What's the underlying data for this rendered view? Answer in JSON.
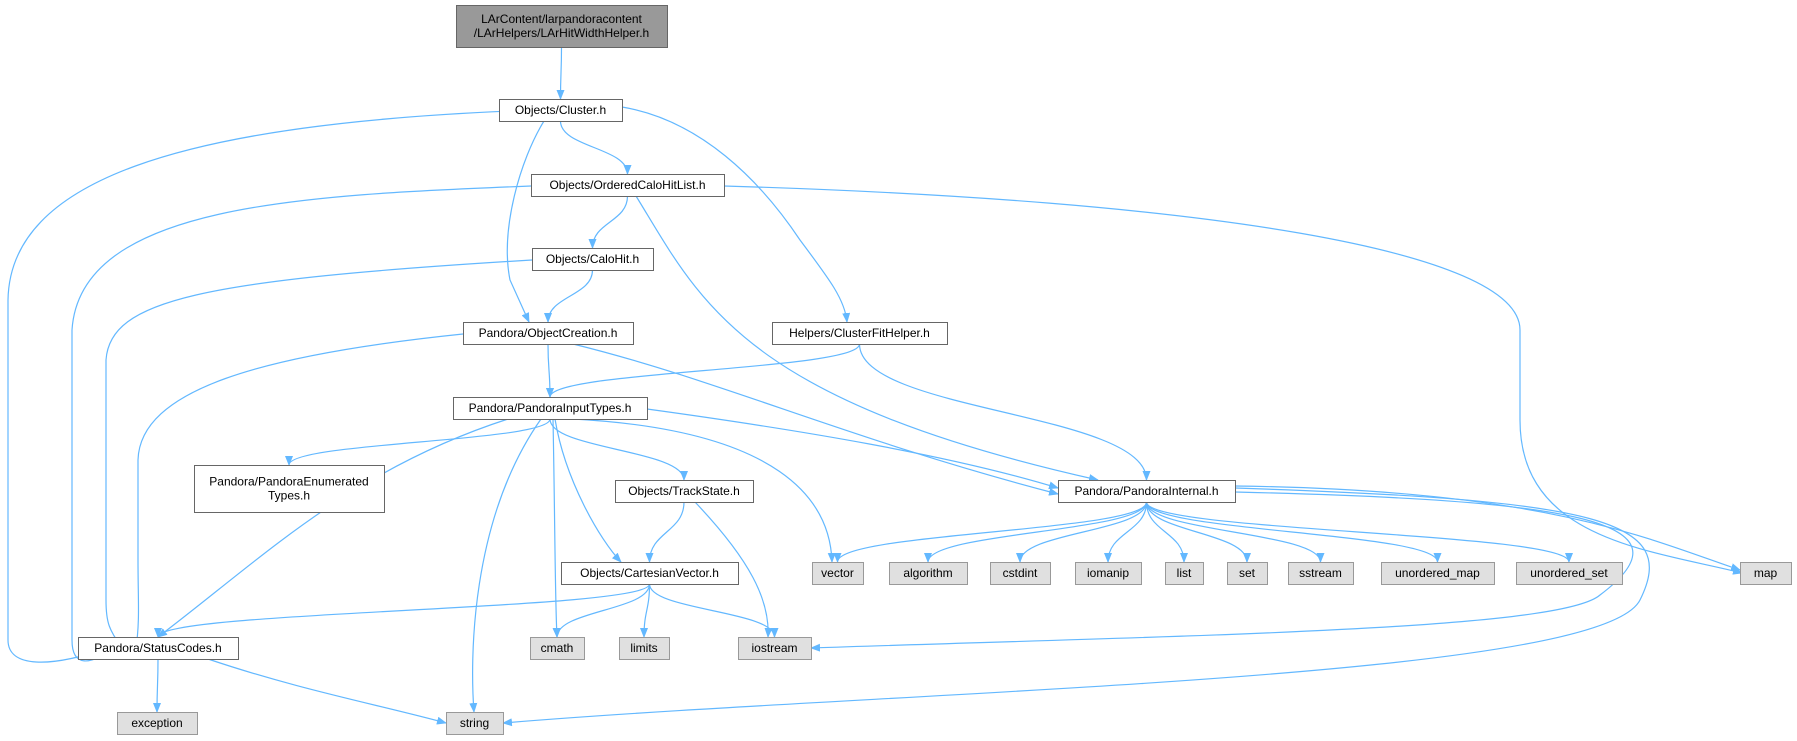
{
  "colors": {
    "edge": "#63b8ff",
    "root_fill": "#999999",
    "root_border": "#666666",
    "file_fill": "#ffffff",
    "file_border": "#666666",
    "system_fill": "#e0e0e0",
    "system_border": "#999999"
  },
  "nodes": [
    {
      "id": "root",
      "kind": "root",
      "lines": [
        "LArContent/larpandoracontent",
        "/LArHelpers/LArHitWidthHelper.h"
      ]
    },
    {
      "id": "cluster",
      "kind": "file",
      "lines": [
        "Objects/Cluster.h"
      ]
    },
    {
      "id": "ordered",
      "kind": "file",
      "lines": [
        "Objects/OrderedCaloHitList.h"
      ]
    },
    {
      "id": "calohit",
      "kind": "file",
      "lines": [
        "Objects/CaloHit.h"
      ]
    },
    {
      "id": "objcreation",
      "kind": "file",
      "lines": [
        "Pandora/ObjectCreation.h"
      ]
    },
    {
      "id": "clusterfit",
      "kind": "file",
      "lines": [
        "Helpers/ClusterFitHelper.h"
      ]
    },
    {
      "id": "inputtypes",
      "kind": "file",
      "lines": [
        "Pandora/PandoraInputTypes.h"
      ]
    },
    {
      "id": "enumerated",
      "kind": "file",
      "lines": [
        "Pandora/PandoraEnumerated",
        "Types.h"
      ]
    },
    {
      "id": "trackstate",
      "kind": "file",
      "lines": [
        "Objects/TrackState.h"
      ]
    },
    {
      "id": "internal",
      "kind": "file",
      "lines": [
        "Pandora/PandoraInternal.h"
      ]
    },
    {
      "id": "cartesian",
      "kind": "file",
      "lines": [
        "Objects/CartesianVector.h"
      ]
    },
    {
      "id": "statuscodes",
      "kind": "file",
      "lines": [
        "Pandora/StatusCodes.h"
      ]
    },
    {
      "id": "vector",
      "kind": "system",
      "lines": [
        "vector"
      ]
    },
    {
      "id": "algorithm",
      "kind": "system",
      "lines": [
        "algorithm"
      ]
    },
    {
      "id": "cstdint",
      "kind": "system",
      "lines": [
        "cstdint"
      ]
    },
    {
      "id": "iomanip",
      "kind": "system",
      "lines": [
        "iomanip"
      ]
    },
    {
      "id": "list",
      "kind": "system",
      "lines": [
        "list"
      ]
    },
    {
      "id": "set",
      "kind": "system",
      "lines": [
        "set"
      ]
    },
    {
      "id": "sstream",
      "kind": "system",
      "lines": [
        "sstream"
      ]
    },
    {
      "id": "unordered_map",
      "kind": "system",
      "lines": [
        "unordered_map"
      ]
    },
    {
      "id": "unordered_set",
      "kind": "system",
      "lines": [
        "unordered_set"
      ]
    },
    {
      "id": "map",
      "kind": "system",
      "lines": [
        "map"
      ]
    },
    {
      "id": "cmath",
      "kind": "system",
      "lines": [
        "cmath"
      ]
    },
    {
      "id": "limits",
      "kind": "system",
      "lines": [
        "limits"
      ]
    },
    {
      "id": "iostream",
      "kind": "system",
      "lines": [
        "iostream"
      ]
    },
    {
      "id": "exception",
      "kind": "system",
      "lines": [
        "exception"
      ]
    },
    {
      "id": "string",
      "kind": "system",
      "lines": [
        "string"
      ]
    }
  ],
  "edges": [
    {
      "from": "root",
      "to": "cluster"
    },
    {
      "from": "cluster",
      "to": "ordered"
    },
    {
      "from": "cluster",
      "to": "objcreation"
    },
    {
      "from": "cluster",
      "to": "clusterfit"
    },
    {
      "from": "cluster",
      "to": "statuscodes"
    },
    {
      "from": "ordered",
      "to": "calohit"
    },
    {
      "from": "ordered",
      "to": "internal"
    },
    {
      "from": "ordered",
      "to": "statuscodes"
    },
    {
      "from": "ordered",
      "to": "map"
    },
    {
      "from": "calohit",
      "to": "objcreation"
    },
    {
      "from": "calohit",
      "to": "statuscodes"
    },
    {
      "from": "objcreation",
      "to": "inputtypes"
    },
    {
      "from": "objcreation",
      "to": "internal"
    },
    {
      "from": "objcreation",
      "to": "statuscodes"
    },
    {
      "from": "clusterfit",
      "to": "inputtypes"
    },
    {
      "from": "clusterfit",
      "to": "internal"
    },
    {
      "from": "inputtypes",
      "to": "enumerated"
    },
    {
      "from": "inputtypes",
      "to": "trackstate"
    },
    {
      "from": "inputtypes",
      "to": "cartesian"
    },
    {
      "from": "inputtypes",
      "to": "internal"
    },
    {
      "from": "inputtypes",
      "to": "statuscodes"
    },
    {
      "from": "inputtypes",
      "to": "cmath"
    },
    {
      "from": "inputtypes",
      "to": "string"
    },
    {
      "from": "inputtypes",
      "to": "vector"
    },
    {
      "from": "trackstate",
      "to": "cartesian"
    },
    {
      "from": "trackstate",
      "to": "iostream"
    },
    {
      "from": "cartesian",
      "to": "statuscodes"
    },
    {
      "from": "cartesian",
      "to": "cmath"
    },
    {
      "from": "cartesian",
      "to": "limits"
    },
    {
      "from": "cartesian",
      "to": "iostream"
    },
    {
      "from": "internal",
      "to": "vector"
    },
    {
      "from": "internal",
      "to": "algorithm"
    },
    {
      "from": "internal",
      "to": "cstdint"
    },
    {
      "from": "internal",
      "to": "iomanip"
    },
    {
      "from": "internal",
      "to": "list"
    },
    {
      "from": "internal",
      "to": "set"
    },
    {
      "from": "internal",
      "to": "sstream"
    },
    {
      "from": "internal",
      "to": "unordered_map"
    },
    {
      "from": "internal",
      "to": "unordered_set"
    },
    {
      "from": "internal",
      "to": "map"
    },
    {
      "from": "internal",
      "to": "iostream"
    },
    {
      "from": "internal",
      "to": "string"
    },
    {
      "from": "statuscodes",
      "to": "exception"
    },
    {
      "from": "statuscodes",
      "to": "string"
    }
  ]
}
